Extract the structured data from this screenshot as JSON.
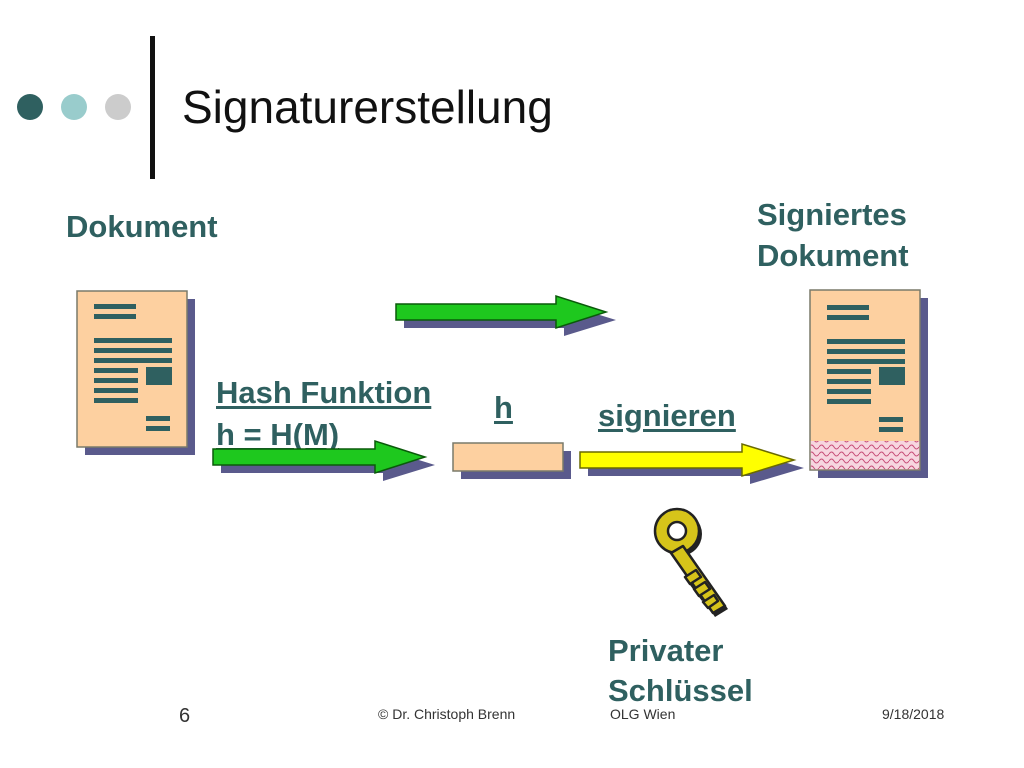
{
  "slide": {
    "title": "Signaturerstellung"
  },
  "diagram": {
    "document_label": "Dokument",
    "signed_document_label_line1": "Signiertes",
    "signed_document_label_line2": "Dokument",
    "hash_function_line1": "Hash Funktion",
    "hash_function_line2": "h = H(M)",
    "hash_value_label": "h",
    "sign_label": "signieren",
    "private_key_line1": "Privater",
    "private_key_line2": "Schlüssel"
  },
  "footer": {
    "page_number": "6",
    "author": "© Dr. Christoph Brenn",
    "organization": "OLG Wien",
    "date": "9/18/2018"
  },
  "colors": {
    "accent_text": "#2f6060",
    "document_fill": "#fdd0a0",
    "document_lines": "#2f6060",
    "shadow": "#5a5a8c",
    "arrow_green": "#1ec81e",
    "arrow_yellow": "#ffff00",
    "key_gold": "#d6c41a",
    "dot_dark": "#2f6060",
    "dot_mid": "#99cccc",
    "dot_light": "#cccccc"
  }
}
